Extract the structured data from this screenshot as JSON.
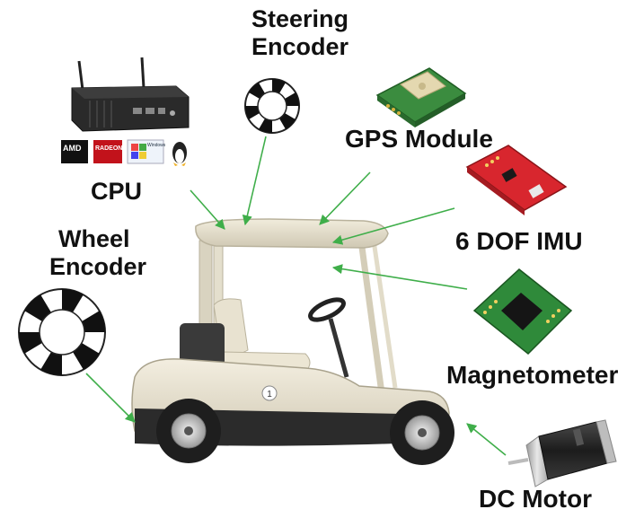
{
  "labels": {
    "steering_encoder_line1": "Steering",
    "steering_encoder_line2": "Encoder",
    "gps_module": "GPS Module",
    "cpu": "CPU",
    "imu": "6 DOF IMU",
    "wheel_encoder_line1": "Wheel",
    "wheel_encoder_line2": "Encoder",
    "magnetometer": "Magnetometer",
    "dc_motor": "DC Motor"
  },
  "cpu_logos": {
    "amd": "AMD",
    "radeon": "RADEON",
    "windows": "Windows"
  },
  "colors": {
    "arrow": "#3fae4a",
    "cart_body": "#eee8d8",
    "cart_dark": "#2a2a2a",
    "pcb_green": "#2f8a3a",
    "pcb_red": "#d8262e",
    "gps_board": "#3b8c3f",
    "roof": "#e8e2cf"
  }
}
